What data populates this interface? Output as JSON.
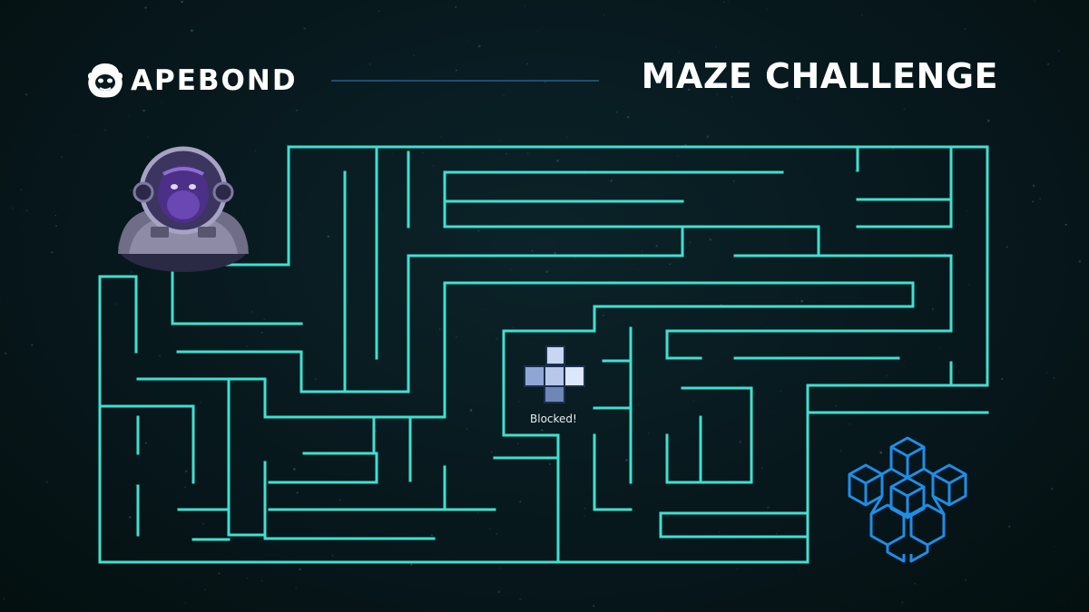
{
  "header": {
    "brand": "APEBOND",
    "title": "MAZE CHALLENGE"
  },
  "maze": {
    "wall_color": "#3fe0d0",
    "obstacle_label": "Blocked!"
  },
  "characters": {
    "player": "astronaut-gorilla",
    "obstacle": "blue-cube-cross",
    "goal": "blue-cube-cross-outline"
  },
  "colors": {
    "background": "#071a1f",
    "accent": "#3fe0d0",
    "goal": "#1e8ee8"
  }
}
